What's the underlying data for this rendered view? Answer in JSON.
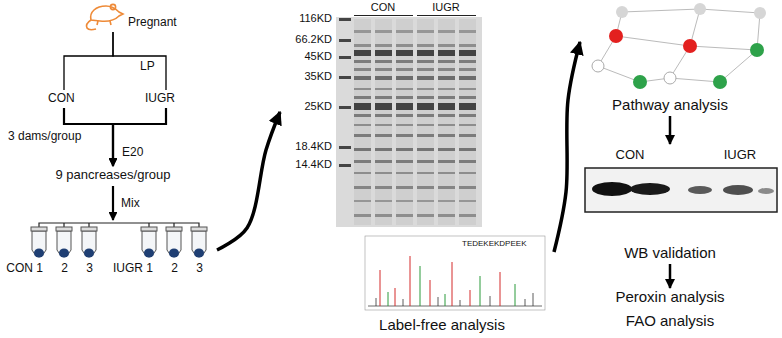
{
  "diagram": {
    "nodes": [
      {
        "text": [
          "Pregnant"
        ]
      },
      {
        "text": [
          "CON"
        ]
      },
      {
        "text": [
          "IUGR"
        ]
      },
      {
        "text": [
          "9 pancreases/group"
        ]
      },
      {
        "text": [
          "CON 1",
          "2",
          "3",
          "IUGR 1",
          "2",
          "3"
        ]
      },
      {
        "text": [
          "CON",
          "IUGR",
          "116KD",
          "66.2KD",
          "45KD",
          "35KD",
          "25KD",
          "18.4KD",
          "14.4KD"
        ]
      },
      {
        "text": [
          "Label-free analysis"
        ]
      },
      {
        "text": [
          "Pathway analysis"
        ]
      },
      {
        "text": [
          "CON",
          "IUGR",
          "WB validation"
        ]
      },
      {
        "text": [
          "Peroxin analysis",
          "FAO analysis"
        ]
      }
    ],
    "edges": [
      {
        "from": 0,
        "to": 1,
        "arrow": "none"
      },
      {
        "from": 0,
        "to": 2,
        "arrow": "none",
        "label": "LP"
      },
      {
        "from": 1,
        "to": 3,
        "arrow": "to"
      },
      {
        "from": 2,
        "to": 3,
        "arrow": "to"
      },
      {
        "from": 3,
        "to": 4,
        "arrow": "to",
        "label": "Mix"
      },
      {
        "from": 4,
        "to": 5,
        "arrow": "to"
      },
      {
        "from": 6,
        "to": 7,
        "arrow": "to"
      },
      {
        "from": 7,
        "to": 8,
        "arrow": "to"
      },
      {
        "from": 8,
        "to": 9,
        "arrow": "to"
      }
    ],
    "labels": [
      "3 dams/group",
      "E20",
      "TEDEKEKDPEEK"
    ]
  }
}
